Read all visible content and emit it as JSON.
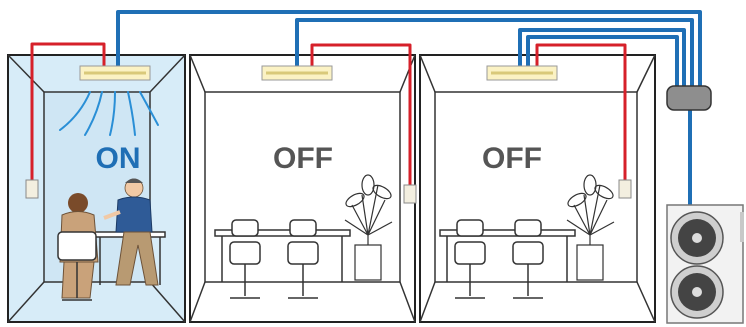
{
  "rooms": [
    {
      "id": "room-1",
      "status": "ON",
      "status_color": "#1f6fb5",
      "occupied": true
    },
    {
      "id": "room-2",
      "status": "OFF",
      "status_color": "#555555",
      "occupied": false
    },
    {
      "id": "room-3",
      "status": "OFF",
      "status_color": "#555555",
      "occupied": false
    }
  ],
  "colors": {
    "refrigerant_pipe": "#1f6fb5",
    "control_wire": "#d6202a",
    "active_room_fill": "#d7ecf8",
    "wall_line": "#222222",
    "branch_box": "#8e8e8e"
  }
}
